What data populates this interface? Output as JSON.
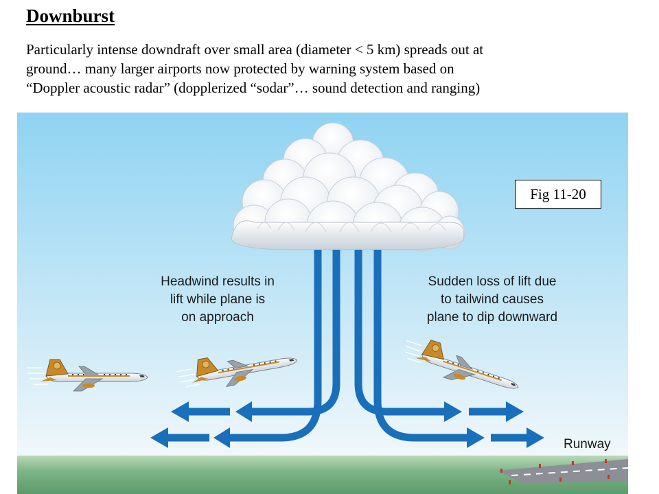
{
  "title": "Downburst",
  "description": [
    "Particularly intense downdraft over small area (diameter < 5 km) spreads out at",
    "ground… many larger airports now protected by warning system based on",
    "“Doppler acoustic radar” (dopplerized “sodar”… sound detection and ranging)"
  ],
  "diagram": {
    "left_label": [
      "Headwind results in",
      "lift while plane is",
      "on approach"
    ],
    "right_label": [
      "Sudden loss of lift due",
      "to tailwind causes",
      "plane to dip downward"
    ],
    "runway_label": "Runway",
    "figure_label": "Fig 11-20",
    "colors": {
      "sky_top": "#8fd3f2",
      "sky_bottom": "#eef7fb",
      "ground": "#6fab7a",
      "arrow": "#1a6fba",
      "cloud": "#f4f7fa"
    }
  }
}
